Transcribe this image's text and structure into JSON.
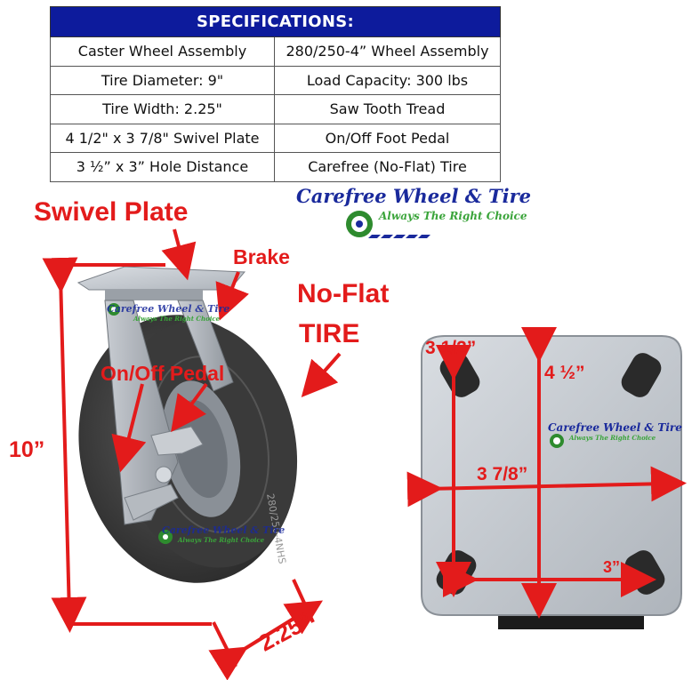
{
  "specs": {
    "header": "SPECIFICATIONS:",
    "rows": [
      [
        "Caster Wheel Assembly",
        "280/250-4” Wheel Assembly"
      ],
      [
        "Tire Diameter: 9\"",
        "Load Capacity: 300 lbs"
      ],
      [
        "Tire Width: 2.25\"",
        "Saw Tooth Tread"
      ],
      [
        "4 1/2\" x 3 7/8\" Swivel Plate",
        "On/Off Foot Pedal"
      ],
      [
        "3 ½” x 3” Hole Distance",
        "Carefree (No-Flat) Tire"
      ]
    ]
  },
  "brand": {
    "name": "Carefree Wheel & Tire",
    "tagline": "Always The Right Choice"
  },
  "labels": {
    "swivel_plate": "Swivel Plate",
    "brake": "Brake",
    "no_flat_line1": "No-Flat",
    "no_flat_line2": "TIRE",
    "on_off_pedal": "On/Off Pedal",
    "height": "10”",
    "width": "2.25”",
    "tire_sidewall": "280/250-4NHS"
  },
  "plate_dims": {
    "hole_vertical": "3 1/2”",
    "plate_height": "4 ½”",
    "plate_width": "3 7/8”",
    "hole_horizontal": "3”"
  },
  "colors": {
    "header_bg": "#0d1b9c",
    "annotation_red": "#e31b1b",
    "brand_blue": "#1a2a9c",
    "brand_green": "#3aa43a"
  }
}
